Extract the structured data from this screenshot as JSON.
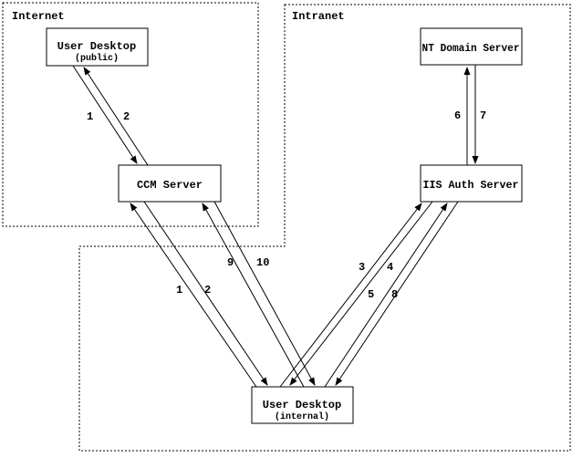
{
  "zones": {
    "internet": {
      "label": "Internet"
    },
    "intranet": {
      "label": "Intranet"
    }
  },
  "nodes": {
    "user_desktop_public": {
      "label": "User Desktop",
      "sublabel": "(public)"
    },
    "ccm_server": {
      "label": "CCM Server"
    },
    "nt_domain_server": {
      "label": "NT Domain Server"
    },
    "iis_auth_server": {
      "label": "IIS Auth Server"
    },
    "user_desktop_internal": {
      "label": "User Desktop",
      "sublabel": "(internal)"
    }
  },
  "arrows": [
    {
      "label": "1",
      "from": "user_desktop_public",
      "to": "ccm_server"
    },
    {
      "label": "2",
      "from": "ccm_server",
      "to": "user_desktop_public"
    },
    {
      "label": "1",
      "from": "user_desktop_internal",
      "to": "ccm_server"
    },
    {
      "label": "2",
      "from": "ccm_server",
      "to": "user_desktop_internal"
    },
    {
      "label": "9",
      "from": "user_desktop_internal",
      "to": "ccm_server"
    },
    {
      "label": "10",
      "from": "ccm_server",
      "to": "user_desktop_internal"
    },
    {
      "label": "3",
      "from": "user_desktop_internal",
      "to": "iis_auth_server"
    },
    {
      "label": "4",
      "from": "iis_auth_server",
      "to": "user_desktop_internal"
    },
    {
      "label": "5",
      "from": "user_desktop_internal",
      "to": "iis_auth_server"
    },
    {
      "label": "8",
      "from": "iis_auth_server",
      "to": "user_desktop_internal"
    },
    {
      "label": "6",
      "from": "iis_auth_server",
      "to": "nt_domain_server"
    },
    {
      "label": "7",
      "from": "nt_domain_server",
      "to": "iis_auth_server"
    }
  ],
  "colors": {
    "ink": "#000000",
    "background": "#ffffff"
  }
}
